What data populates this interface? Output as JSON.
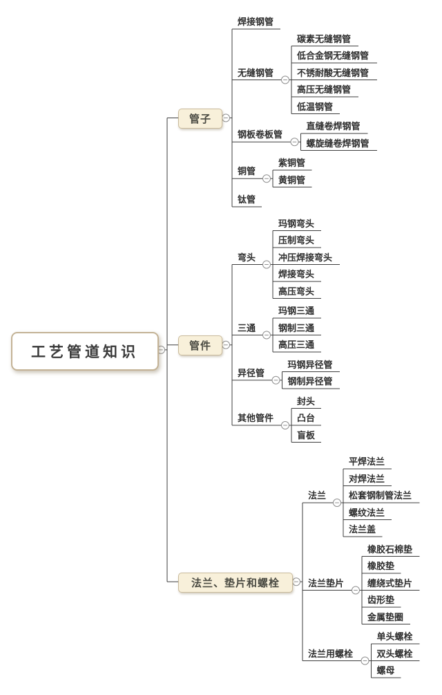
{
  "colors": {
    "background": "#ffffff",
    "line": "#3d3d3d",
    "text": "#2e2e2e",
    "root_border": "#c3b295",
    "root_bg": "#ffffff",
    "branch_bg": "#f8f0da",
    "branch_border": "#c9ba9b",
    "collapse_bg": "#ffffff",
    "collapse_stroke": "#8f8f8f"
  },
  "tree": {
    "label": "工艺管道知识",
    "children": [
      {
        "label": "管子",
        "children": [
          {
            "label": "焊接钢管"
          },
          {
            "label": "无缝钢管",
            "children": [
              {
                "label": "碳素无缝钢管"
              },
              {
                "label": "低合金钢无缝钢管"
              },
              {
                "label": "不锈耐酸无缝钢管"
              },
              {
                "label": "高压无缝钢管"
              },
              {
                "label": "低温钢管"
              }
            ]
          },
          {
            "label": "钢板卷板管",
            "children": [
              {
                "label": "直缝卷焊钢管"
              },
              {
                "label": "螺旋缝卷焊钢管"
              }
            ]
          },
          {
            "label": "铜管",
            "children": [
              {
                "label": "紫铜管"
              },
              {
                "label": "黄铜管"
              }
            ]
          },
          {
            "label": "钛管"
          }
        ]
      },
      {
        "label": "管件",
        "children": [
          {
            "label": "弯头",
            "children": [
              {
                "label": "玛钢弯头"
              },
              {
                "label": "压制弯头"
              },
              {
                "label": "冲压焊接弯头"
              },
              {
                "label": "焊接弯头"
              },
              {
                "label": "高压弯头"
              }
            ]
          },
          {
            "label": "三通",
            "children": [
              {
                "label": "玛钢三通"
              },
              {
                "label": "钢制三通"
              },
              {
                "label": "高压三通"
              }
            ]
          },
          {
            "label": "异径管",
            "children": [
              {
                "label": "玛钢异径管"
              },
              {
                "label": "钢制异径管"
              }
            ]
          },
          {
            "label": "其他管件",
            "children": [
              {
                "label": "封头"
              },
              {
                "label": "凸台"
              },
              {
                "label": "盲板"
              }
            ]
          }
        ]
      },
      {
        "label": "法兰、垫片和螺栓",
        "children": [
          {
            "label": "法兰",
            "children": [
              {
                "label": "平焊法兰"
              },
              {
                "label": "对焊法兰"
              },
              {
                "label": "松套钢制管法兰"
              },
              {
                "label": "螺纹法兰"
              },
              {
                "label": "法兰盖"
              }
            ]
          },
          {
            "label": "法兰垫片",
            "children": [
              {
                "label": "橡胶石棉垫"
              },
              {
                "label": "橡胶垫"
              },
              {
                "label": "缠绕式垫片"
              },
              {
                "label": "齿形垫"
              },
              {
                "label": "金属垫圈"
              }
            ]
          },
          {
            "label": "法兰用螺栓",
            "children": [
              {
                "label": "单头螺栓"
              },
              {
                "label": "双头螺栓"
              },
              {
                "label": "螺母"
              }
            ]
          }
        ]
      }
    ]
  }
}
